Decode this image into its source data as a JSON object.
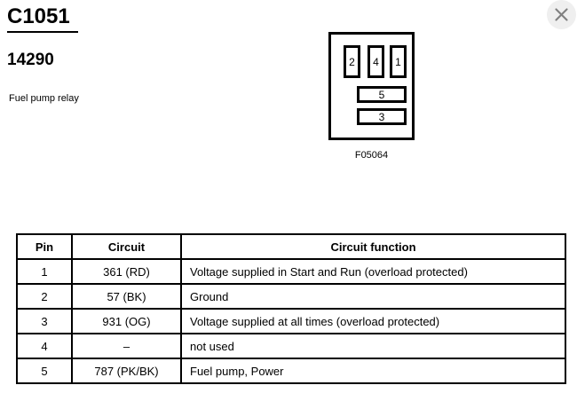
{
  "header": {
    "connector_code": "C1051",
    "part_number": "14290",
    "component_name": "Fuel pump relay"
  },
  "close_button": {
    "label": "Close",
    "icon": "close-icon",
    "color": "#efefef",
    "glyph_color": "#808080"
  },
  "diagram": {
    "caption": "F05064",
    "pins": [
      {
        "id": "2",
        "orientation": "vertical"
      },
      {
        "id": "4",
        "orientation": "vertical"
      },
      {
        "id": "1",
        "orientation": "vertical"
      },
      {
        "id": "5",
        "orientation": "horizontal"
      },
      {
        "id": "3",
        "orientation": "horizontal"
      }
    ]
  },
  "table": {
    "headers": [
      "Pin",
      "Circuit",
      "Circuit function"
    ],
    "rows": [
      {
        "pin": "1",
        "circuit": "361 (RD)",
        "function": "Voltage supplied in Start and Run (overload protected)"
      },
      {
        "pin": "2",
        "circuit": "57 (BK)",
        "function": "Ground"
      },
      {
        "pin": "3",
        "circuit": "931 (OG)",
        "function": "Voltage supplied at all times (overload protected)"
      },
      {
        "pin": "4",
        "circuit": "–",
        "function": "not used"
      },
      {
        "pin": "5",
        "circuit": "787 (PK/BK)",
        "function": "Fuel pump, Power"
      }
    ]
  }
}
